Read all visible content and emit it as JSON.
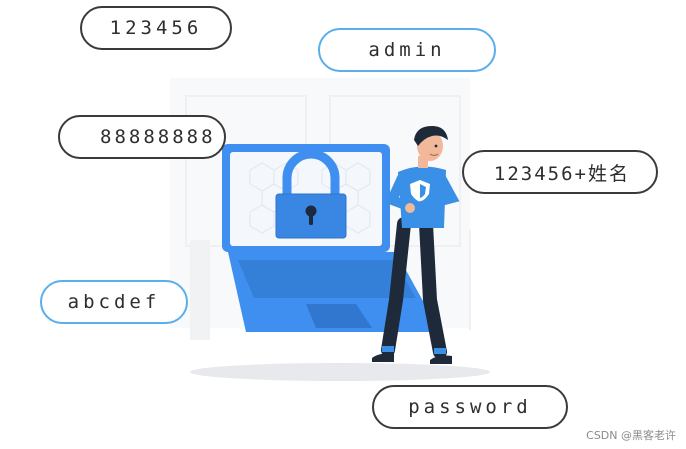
{
  "labels": {
    "pin": "123456",
    "admin": "admin",
    "eights": "88888888",
    "pin_plus_name": "123456+姓名",
    "abcdef": "abcdef",
    "password": "password"
  },
  "watermark": "CSDN @黑客老许",
  "colors": {
    "accent_blue": "#3f8ff0",
    "pill_blue_border": "#5aaeea",
    "pill_dark_border": "#3a3a3a",
    "shirt": "#3a8fe6",
    "pants": "#1e2a3a"
  }
}
